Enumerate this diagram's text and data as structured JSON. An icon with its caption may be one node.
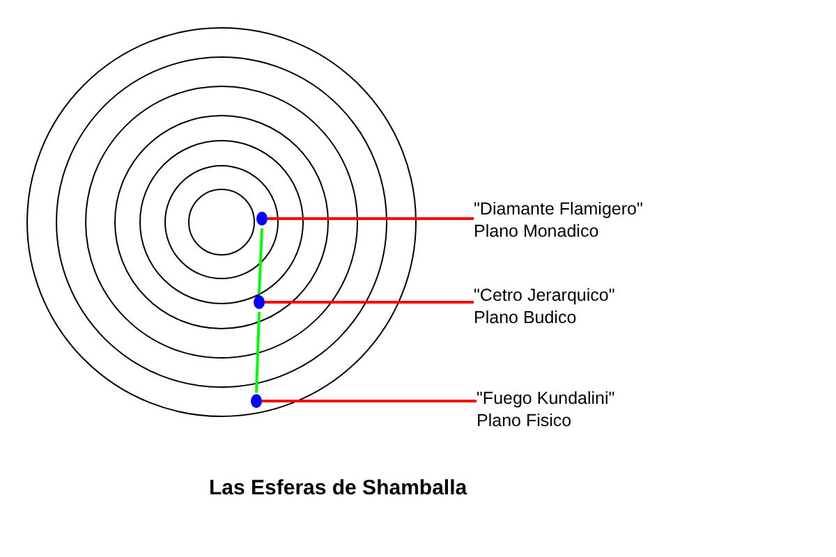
{
  "diagram": {
    "title": "Las Esferas de Shamballa",
    "nodes": [
      {
        "text": [],
        "shape": "circle"
      },
      {
        "text": [
          "\"Diamante Flamigero\"",
          "Plano Monadico"
        ]
      },
      {
        "text": [],
        "shape": "circle"
      },
      {
        "text": [
          "\"Cetro Jerarquico\"",
          "Plano Budico"
        ]
      },
      {
        "text": [],
        "shape": "circle"
      },
      {
        "text": [
          "\"Fuego Kundalini\"",
          "Plano Fisico"
        ]
      }
    ],
    "edges": [
      {
        "from": 1,
        "to": 0,
        "arrow": "none"
      },
      {
        "from": 3,
        "to": 2,
        "arrow": "none"
      },
      {
        "from": 5,
        "to": 4,
        "arrow": "none"
      },
      {
        "from": 0,
        "to": 2,
        "arrow": "none",
        "color": "#00ff00"
      },
      {
        "from": 2,
        "to": 4,
        "arrow": "none",
        "color": "#00ff00"
      }
    ]
  }
}
